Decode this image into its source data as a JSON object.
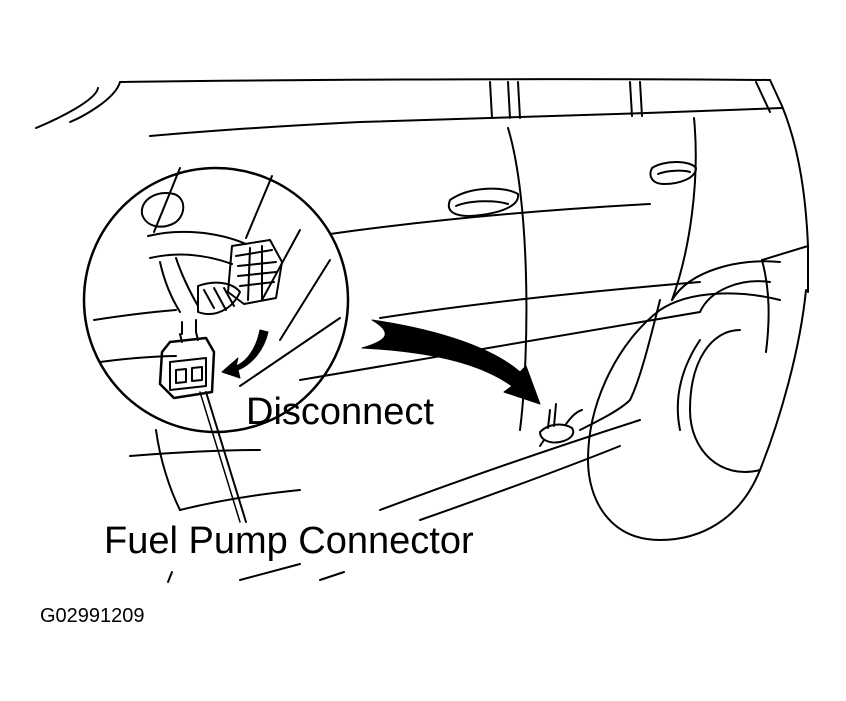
{
  "labels": {
    "disconnect": "Disconnect",
    "fuel_pump_connector": "Fuel Pump Connector",
    "figure_code": "G02991209"
  },
  "colors": {
    "line": "#000000",
    "background": "#ffffff"
  },
  "icons": {
    "callout_arrow": "curved-arrow-icon",
    "disconnect_arrow": "disconnect-arrow-icon"
  }
}
